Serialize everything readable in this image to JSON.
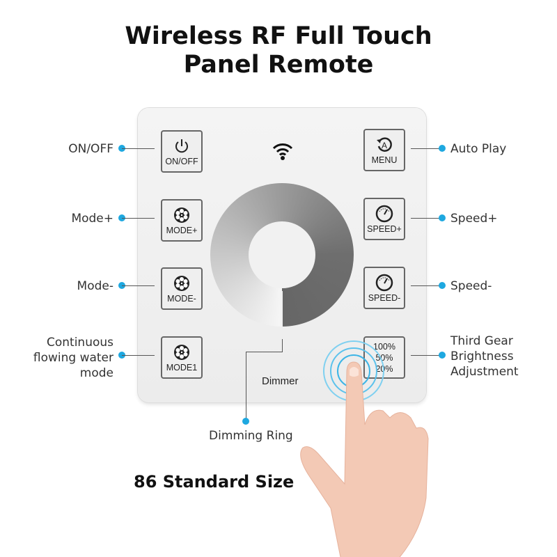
{
  "title": {
    "line1": "Wireless RF Full Touch",
    "line2": "Panel Remote"
  },
  "panel": {
    "buttons_left": [
      {
        "label": "ON/OFF",
        "icon": "power-icon"
      },
      {
        "label": "MODE+",
        "icon": "film-reel-icon"
      },
      {
        "label": "MODE-",
        "icon": "film-reel-icon"
      },
      {
        "label": "MODE1",
        "icon": "film-reel-icon"
      }
    ],
    "buttons_right": [
      {
        "label": "MENU",
        "icon": "auto-play-icon"
      },
      {
        "label": "SPEED+",
        "icon": "gauge-icon"
      },
      {
        "label": "SPEED-",
        "icon": "gauge-icon"
      },
      {
        "label_lines": [
          "100%",
          "50%",
          "20%"
        ]
      }
    ],
    "dimmer_label": "Dimmer",
    "wifi_icon": "wifi-icon"
  },
  "callouts": {
    "left": [
      "ON/OFF",
      "Mode+",
      "Mode-",
      [
        "Continuous",
        "flowing water",
        "mode"
      ]
    ],
    "right": [
      "Auto Play",
      "Speed+",
      "Speed-",
      [
        "Third Gear",
        "Brightness",
        "Adjustment"
      ]
    ],
    "ring": "Dimming Ring"
  },
  "footer": "86 Standard Size",
  "colors": {
    "accent": "#1ea8e0"
  }
}
